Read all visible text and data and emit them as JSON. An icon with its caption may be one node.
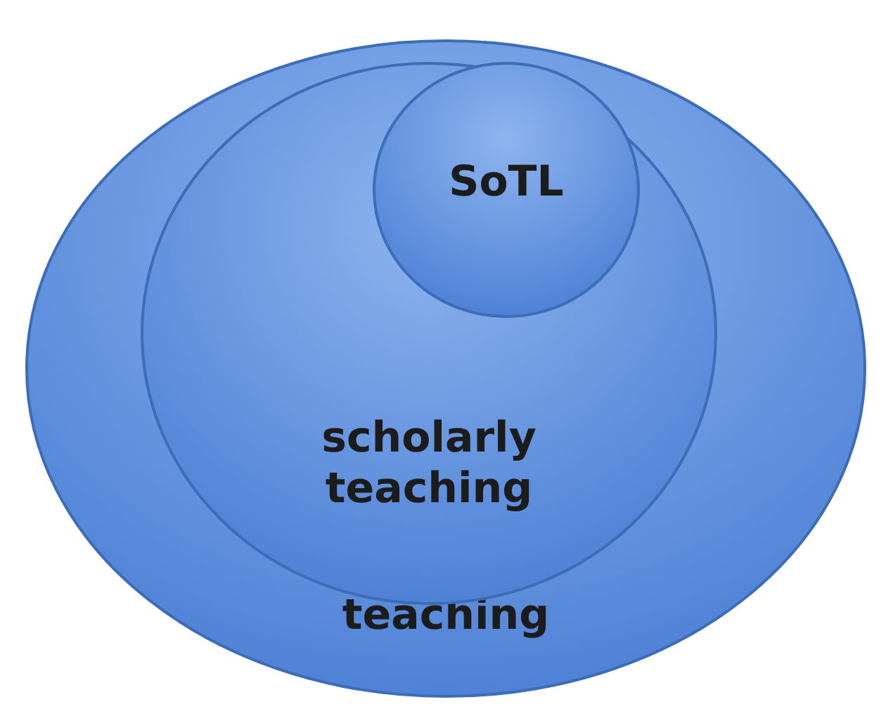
{
  "diagram": {
    "nodes": [
      {
        "text": [
          "teaching"
        ]
      },
      {
        "text": [
          "scholarly teaching"
        ],
        "in": 0
      },
      {
        "text": [
          "SoTL"
        ],
        "in": 1
      }
    ]
  }
}
